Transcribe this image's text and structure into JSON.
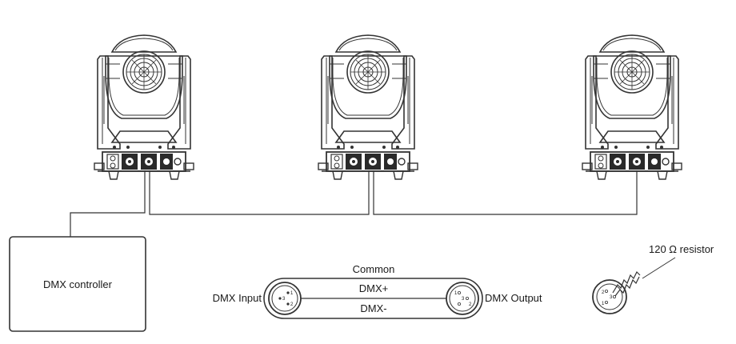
{
  "controller": {
    "label": "DMX controller"
  },
  "cable": {
    "common_label": "Common",
    "dmx_plus_label": "DMX+",
    "dmx_minus_label": "DMX-",
    "input_label": "DMX Input",
    "output_label": "DMX Output",
    "input_pins": [
      "1",
      "3",
      "2"
    ],
    "output_pins": [
      "1",
      "3",
      "2"
    ]
  },
  "terminator": {
    "label": "120 Ω resistor",
    "pins": [
      "2",
      "3",
      "1"
    ]
  },
  "fixtures": [
    {
      "id": "fixture-1"
    },
    {
      "id": "fixture-2"
    },
    {
      "id": "fixture-3"
    }
  ]
}
